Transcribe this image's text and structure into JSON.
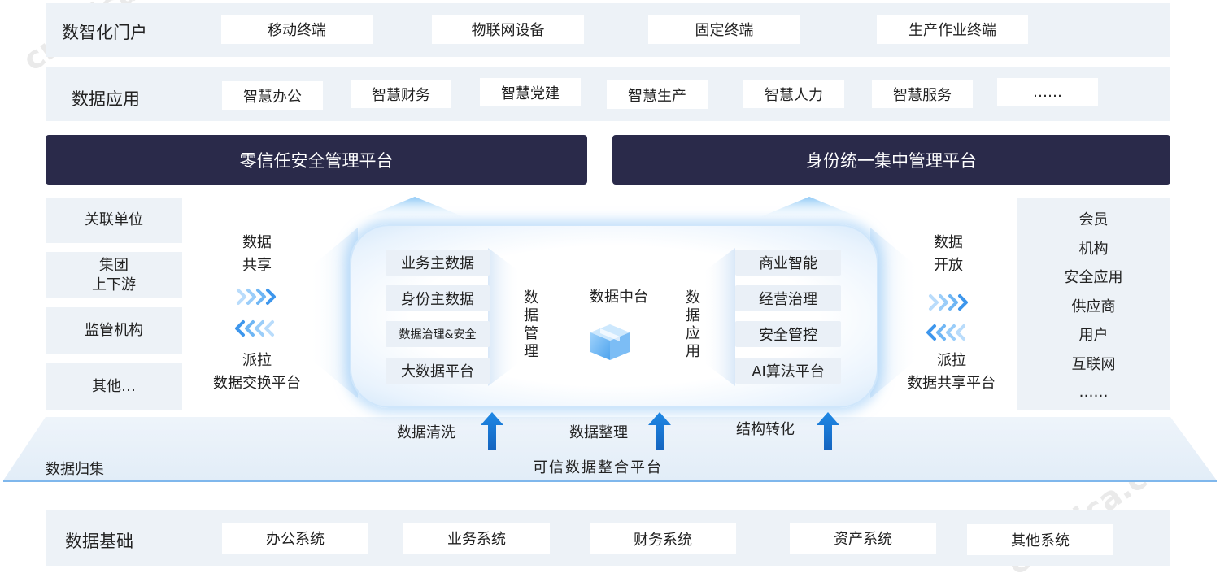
{
  "portal": {
    "title": "数智化门户",
    "items": [
      "移动终端",
      "物联网设备",
      "固定终端",
      "生产作业终端"
    ]
  },
  "apps": {
    "title": "数据应用",
    "items": [
      "智慧办公",
      "智慧财务",
      "智慧党建",
      "智慧生产",
      "智慧人力",
      "智慧服务",
      "……"
    ]
  },
  "platforms": {
    "left": "零信任安全管理平台",
    "right": "身份统一集中管理平台"
  },
  "left_units": [
    "关联单位",
    "集团\n上下游",
    "监管机构",
    "其他…"
  ],
  "right_units": [
    "会员",
    "机构",
    "安全应用",
    "供应商",
    "用户",
    "互联网",
    "……"
  ],
  "left_flow": {
    "top": "数据\n共享",
    "bottom": "派拉\n数据交换平台"
  },
  "right_flow": {
    "top": "数据\n开放",
    "bottom": "派拉\n数据共享平台"
  },
  "hub": {
    "title": "数据中台",
    "manage_items": [
      "业务主数据",
      "身份主数据",
      "数据治理&安全",
      "大数据平台"
    ],
    "manage_label": "数据管理",
    "apply_items": [
      "商业智能",
      "经营治理",
      "安全管控",
      "AI算法平台"
    ],
    "apply_label": "数据应用"
  },
  "processes": [
    "数据清洗",
    "数据整理",
    "结构转化"
  ],
  "integration": {
    "left": "数据归集",
    "center": "可信数据整合平台"
  },
  "foundation": {
    "title": "数据基础",
    "items": [
      "办公系统",
      "业务系统",
      "财务系统",
      "资产系统",
      "其他系统"
    ]
  },
  "colors": {
    "dark": "#2a2a4a",
    "row_bg": "#edf2f7",
    "arrow_blue": "#1e88e5",
    "chevron_blue": "#4aa3f0"
  }
}
